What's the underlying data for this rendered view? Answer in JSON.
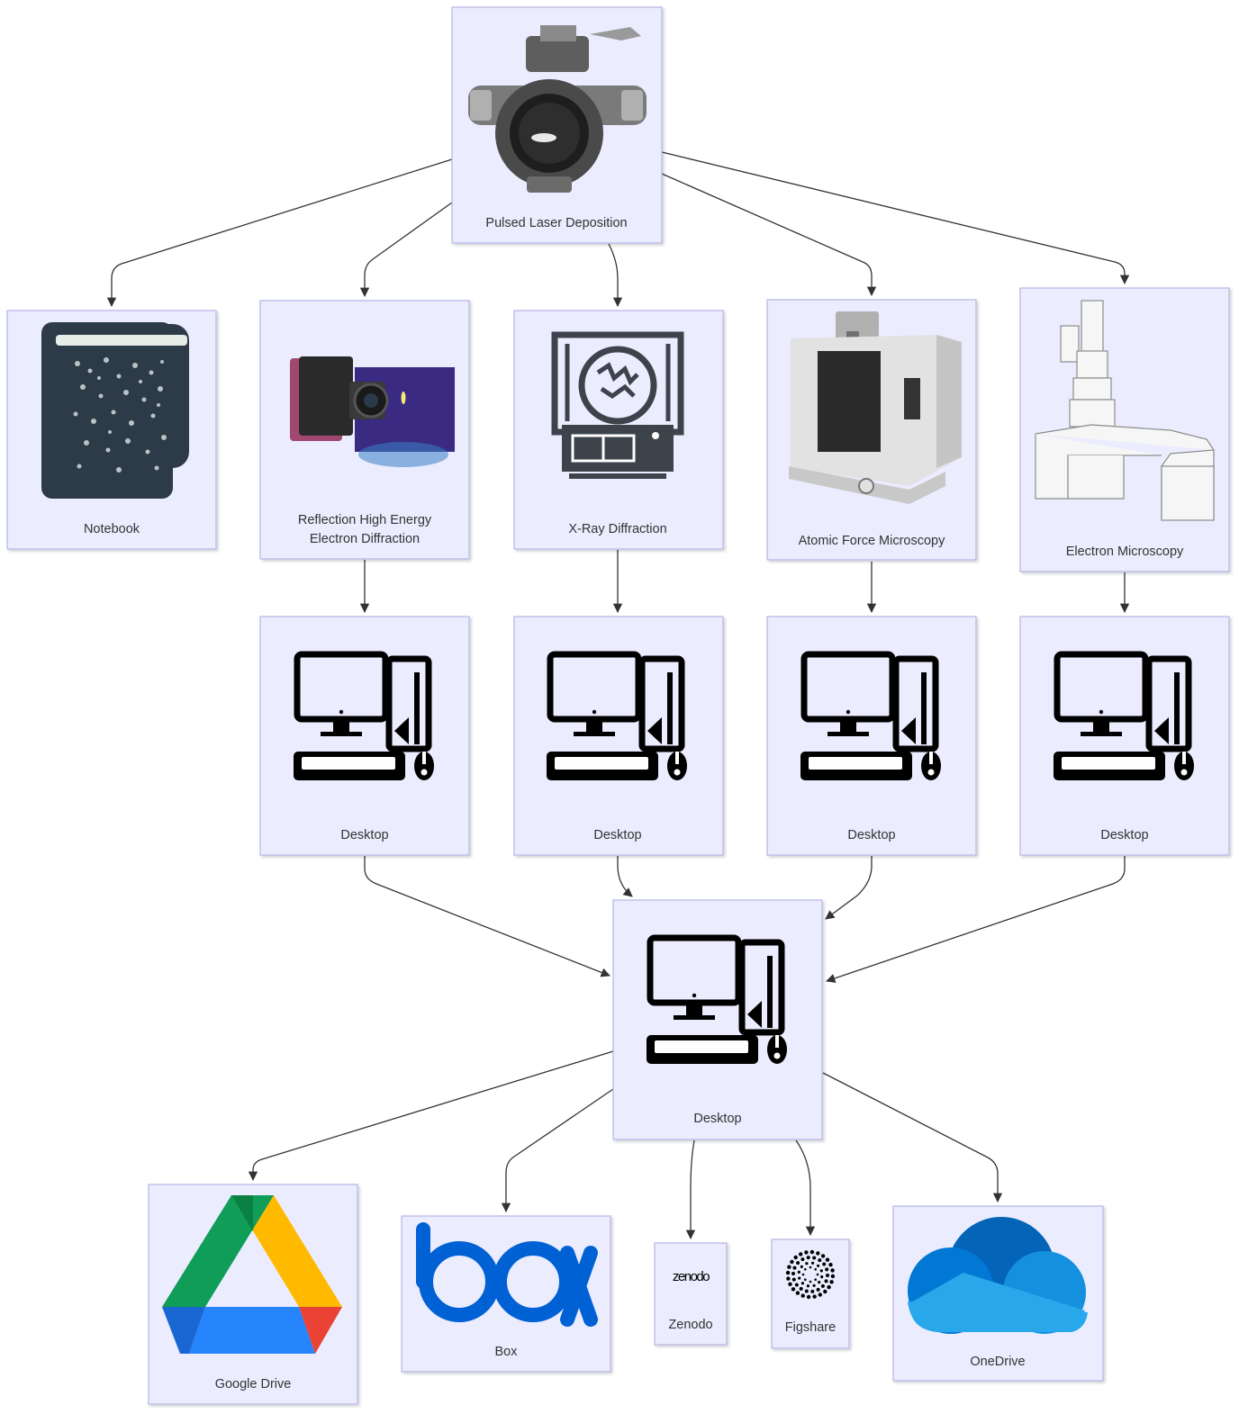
{
  "nodes": {
    "pld": {
      "label": "Pulsed Laser Deposition",
      "icon": "vacuum-chamber-icon"
    },
    "notebook": {
      "label": "Notebook",
      "icon": "notebook-icon"
    },
    "rheed": {
      "label_line1": "Reflection High Energy",
      "label_line2": "Electron Diffraction",
      "icon": "camera-icon"
    },
    "xrd": {
      "label": "X-Ray Diffraction",
      "icon": "xray-diffractometer-icon"
    },
    "afm": {
      "label": "Atomic Force Microscopy",
      "icon": "afm-instrument-icon"
    },
    "em": {
      "label": "Electron Microscopy",
      "icon": "electron-microscope-icon"
    },
    "desktop_rheed": {
      "label": "Desktop",
      "icon": "desktop-computer-icon"
    },
    "desktop_xrd": {
      "label": "Desktop",
      "icon": "desktop-computer-icon"
    },
    "desktop_afm": {
      "label": "Desktop",
      "icon": "desktop-computer-icon"
    },
    "desktop_em": {
      "label": "Desktop",
      "icon": "desktop-computer-icon"
    },
    "desktop_main": {
      "label": "Desktop",
      "icon": "desktop-computer-icon"
    },
    "gdrive": {
      "label": "Google Drive",
      "icon": "google-drive-icon"
    },
    "box": {
      "label": "Box",
      "icon": "box-logo-icon",
      "logo_text": "box"
    },
    "zenodo": {
      "label": "Zenodo",
      "icon": "zenodo-logo-icon",
      "logo_text": "zenodo"
    },
    "figshare": {
      "label": "Figshare",
      "icon": "figshare-logo-icon"
    },
    "onedrive": {
      "label": "OneDrive",
      "icon": "onedrive-cloud-icon"
    }
  },
  "colors": {
    "node_fill": "#ececff",
    "node_stroke": "#b5b5e6",
    "edge": "#333333",
    "box_blue": "#0061d5",
    "onedrive_dark": "#0364b8",
    "onedrive_mid": "#0078d4",
    "onedrive_light": "#28a8ea",
    "gdrive_green": "#0f9d58",
    "gdrive_yellow": "#ffba00",
    "gdrive_blue": "#2684fc",
    "gdrive_red": "#ea4335"
  }
}
